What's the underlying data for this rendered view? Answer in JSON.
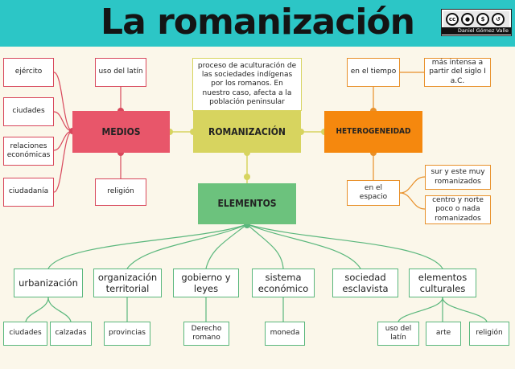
{
  "header": {
    "title": "La romanización",
    "license_icons": [
      "cc-icon",
      "by-icon",
      "nc-icon",
      "sa-icon"
    ],
    "author": "Daniel Gómez Valle"
  },
  "center": {
    "label": "ROMANIZACIÓN",
    "definition": "proceso de aculturación de las sociedades indígenas por los romanos. En nuestro caso, afecta a la población peninsular"
  },
  "medios": {
    "label": "MEDIOS",
    "left_items": [
      "ejército",
      "ciudades",
      "relaciones económicas",
      "ciudadanía"
    ],
    "top_item": "uso del latín",
    "bottom_item": "religión"
  },
  "heterogeneidad": {
    "label": "HETEROGENEIDAD",
    "tiempo": {
      "label": "en el tiempo",
      "detail": "más intensa a partir del siglo I a.C."
    },
    "espacio": {
      "label": "en el espacio",
      "details": [
        "sur y este muy romanizados",
        "centro y norte poco o nada romanizados"
      ]
    }
  },
  "elementos": {
    "label": "ELEMENTOS",
    "items": [
      {
        "label": "urbanización",
        "children": [
          "ciudades",
          "calzadas"
        ]
      },
      {
        "label": "organización territorial",
        "children": [
          "provincias"
        ]
      },
      {
        "label": "gobierno y leyes",
        "children": [
          "Derecho romano"
        ]
      },
      {
        "label": "sistema económico",
        "children": [
          "moneda"
        ]
      },
      {
        "label": "sociedad esclavista",
        "children": []
      },
      {
        "label": "elementos culturales",
        "children": [
          "uso del latín",
          "arte",
          "religión"
        ]
      }
    ]
  },
  "colors": {
    "header": "#2cc6c6",
    "background": "#fbf7ea",
    "medios": "#e8566a",
    "romanizacion": "#d7d45f",
    "heterogeneidad": "#f5880e",
    "elementos": "#6cc27d"
  }
}
